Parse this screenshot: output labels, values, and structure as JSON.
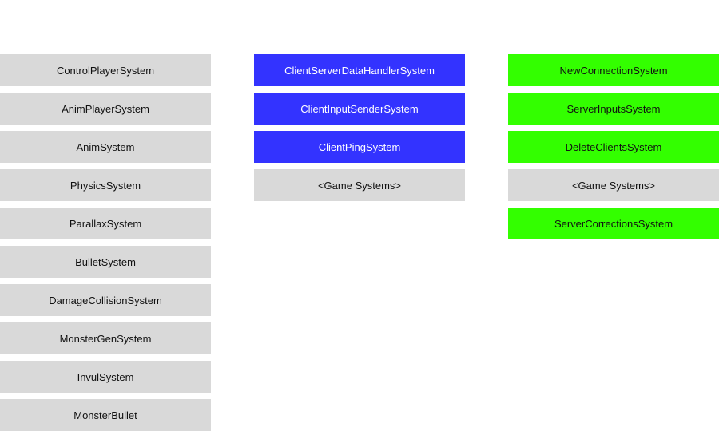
{
  "columns": [
    {
      "name": "game-systems",
      "items": [
        {
          "label": "ControlPlayerSystem",
          "kind": "game"
        },
        {
          "label": "AnimPlayerSystem",
          "kind": "game"
        },
        {
          "label": "AnimSystem",
          "kind": "game"
        },
        {
          "label": "PhysicsSystem",
          "kind": "game"
        },
        {
          "label": "ParallaxSystem",
          "kind": "game"
        },
        {
          "label": "BulletSystem",
          "kind": "game"
        },
        {
          "label": "DamageCollisionSystem",
          "kind": "game"
        },
        {
          "label": "MonsterGenSystem",
          "kind": "game"
        },
        {
          "label": "InvulSystem",
          "kind": "game"
        },
        {
          "label": "MonsterBullet",
          "kind": "game"
        }
      ]
    },
    {
      "name": "client-systems",
      "items": [
        {
          "label": "ClientServerDataHandlerSystem",
          "kind": "client"
        },
        {
          "label": "ClientInputSenderSystem",
          "kind": "client"
        },
        {
          "label": "ClientPingSystem",
          "kind": "client"
        },
        {
          "label": "<Game Systems>",
          "kind": "game"
        }
      ]
    },
    {
      "name": "server-systems",
      "items": [
        {
          "label": "NewConnectionSystem",
          "kind": "server"
        },
        {
          "label": "ServerInputsSystem",
          "kind": "server"
        },
        {
          "label": "DeleteClientsSystem",
          "kind": "server"
        },
        {
          "label": "<Game Systems>",
          "kind": "game"
        },
        {
          "label": "ServerCorrectionsSystem",
          "kind": "server"
        }
      ]
    }
  ],
  "colors": {
    "game": "#d9d9d9",
    "client": "#3333ff",
    "server": "#33ff00"
  }
}
